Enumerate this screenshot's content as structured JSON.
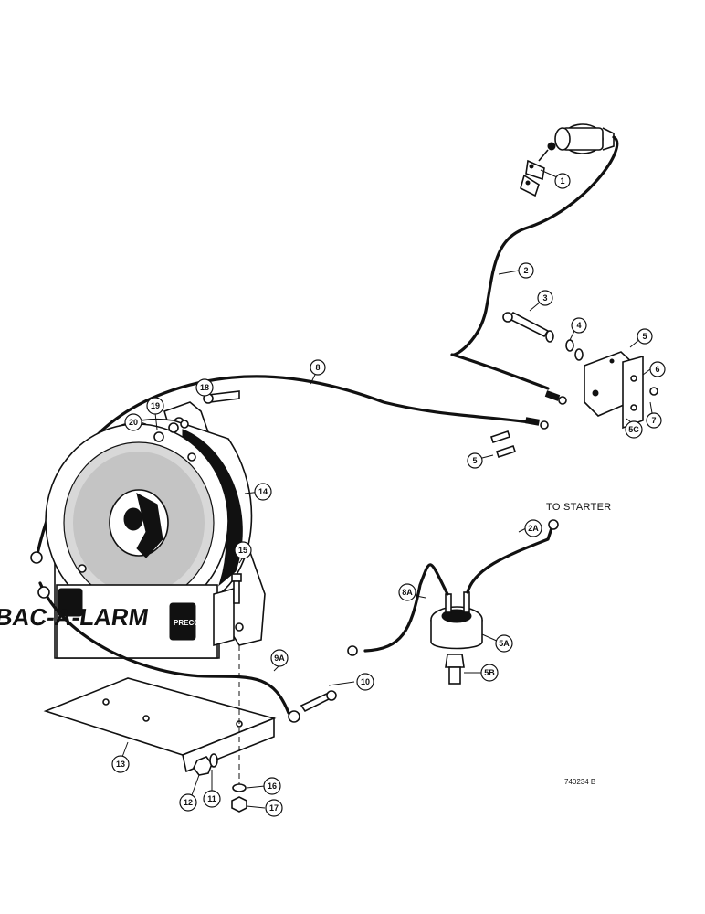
{
  "diagram": {
    "note_to_starter": "TO STARTER",
    "figure_number": "740234  B",
    "brand": {
      "alarm_name": "BAC-A-LARM",
      "maker_badge": "PRECO"
    },
    "callouts": [
      "1",
      "2",
      "3",
      "4",
      "5",
      "6",
      "7",
      "5C",
      "5",
      "8",
      "18",
      "19",
      "20",
      "14",
      "15",
      "2A",
      "8A",
      "5A",
      "5B",
      "9A",
      "10",
      "13",
      "12",
      "11",
      "16",
      "17"
    ]
  }
}
